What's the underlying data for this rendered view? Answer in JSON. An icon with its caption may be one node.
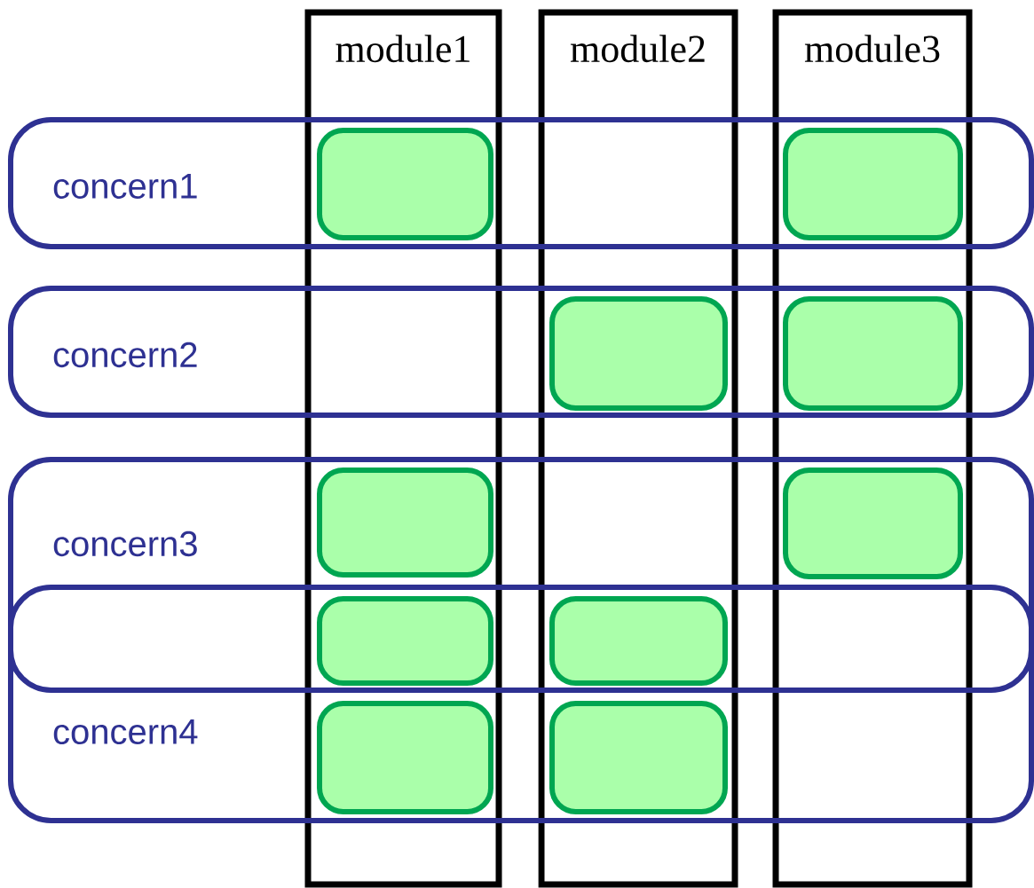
{
  "diagram": {
    "nodes": [
      {
        "text": [
          "module1"
        ]
      },
      {
        "text": [
          "module2"
        ]
      },
      {
        "text": [
          "module3"
        ]
      },
      {
        "text": [
          "concern1"
        ]
      },
      {
        "text": [
          "concern2"
        ]
      },
      {
        "text": [
          "concern3"
        ]
      },
      {
        "text": [
          "concern4"
        ]
      },
      {
        "text": [],
        "shape": "box"
      },
      {
        "text": [],
        "shape": "box"
      },
      {
        "text": [],
        "shape": "box"
      },
      {
        "text": [],
        "shape": "box"
      },
      {
        "text": [],
        "shape": "box"
      },
      {
        "text": [],
        "shape": "box"
      },
      {
        "text": [],
        "shape": "box"
      },
      {
        "text": [],
        "shape": "box"
      },
      {
        "text": [],
        "shape": "box"
      },
      {
        "text": [],
        "shape": "box"
      }
    ]
  }
}
